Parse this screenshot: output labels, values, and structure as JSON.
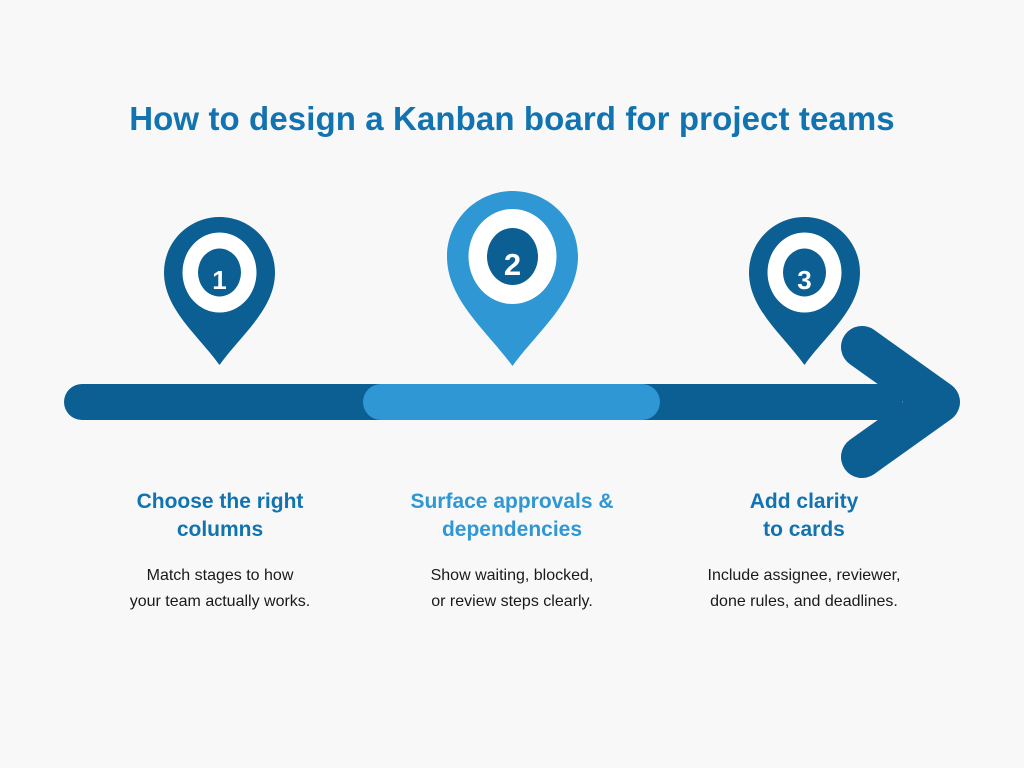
{
  "background_color": "#f8f8f8",
  "colors": {
    "dark_blue": "#0b5f92",
    "light_blue": "#2e97d4",
    "title_blue": "#1273b1",
    "white": "#ffffff",
    "body_text": "#1a1a1a"
  },
  "title": "How to design a Kanban board for project teams",
  "steps": [
    {
      "number": "1",
      "pin_icon": "map-pin-icon",
      "pin_color": "#0b5f92",
      "heading": "Choose the right\ncolumns",
      "heading_color": "#1273b1",
      "body": "Match stages to how\nyour team actually works."
    },
    {
      "number": "2",
      "pin_icon": "map-pin-icon",
      "pin_color": "#2e97d4",
      "heading": "Surface approvals &\ndependencies",
      "heading_color": "#2e97d4",
      "body": "Show waiting, blocked,\nor review steps clearly."
    },
    {
      "number": "3",
      "pin_icon": "map-pin-icon",
      "pin_color": "#0b5f92",
      "heading": "Add clarity\nto cards",
      "heading_color": "#1273b1",
      "body": "Include assignee, reviewer,\ndone rules, and deadlines."
    }
  ],
  "timeline": {
    "icon": "right-arrow-icon",
    "segments": [
      {
        "name": "segment-1",
        "color": "#0b5f92"
      },
      {
        "name": "segment-2",
        "color": "#2e97d4"
      },
      {
        "name": "segment-3",
        "color": "#0b5f92"
      }
    ],
    "arrowhead_color": "#0b5f92"
  }
}
